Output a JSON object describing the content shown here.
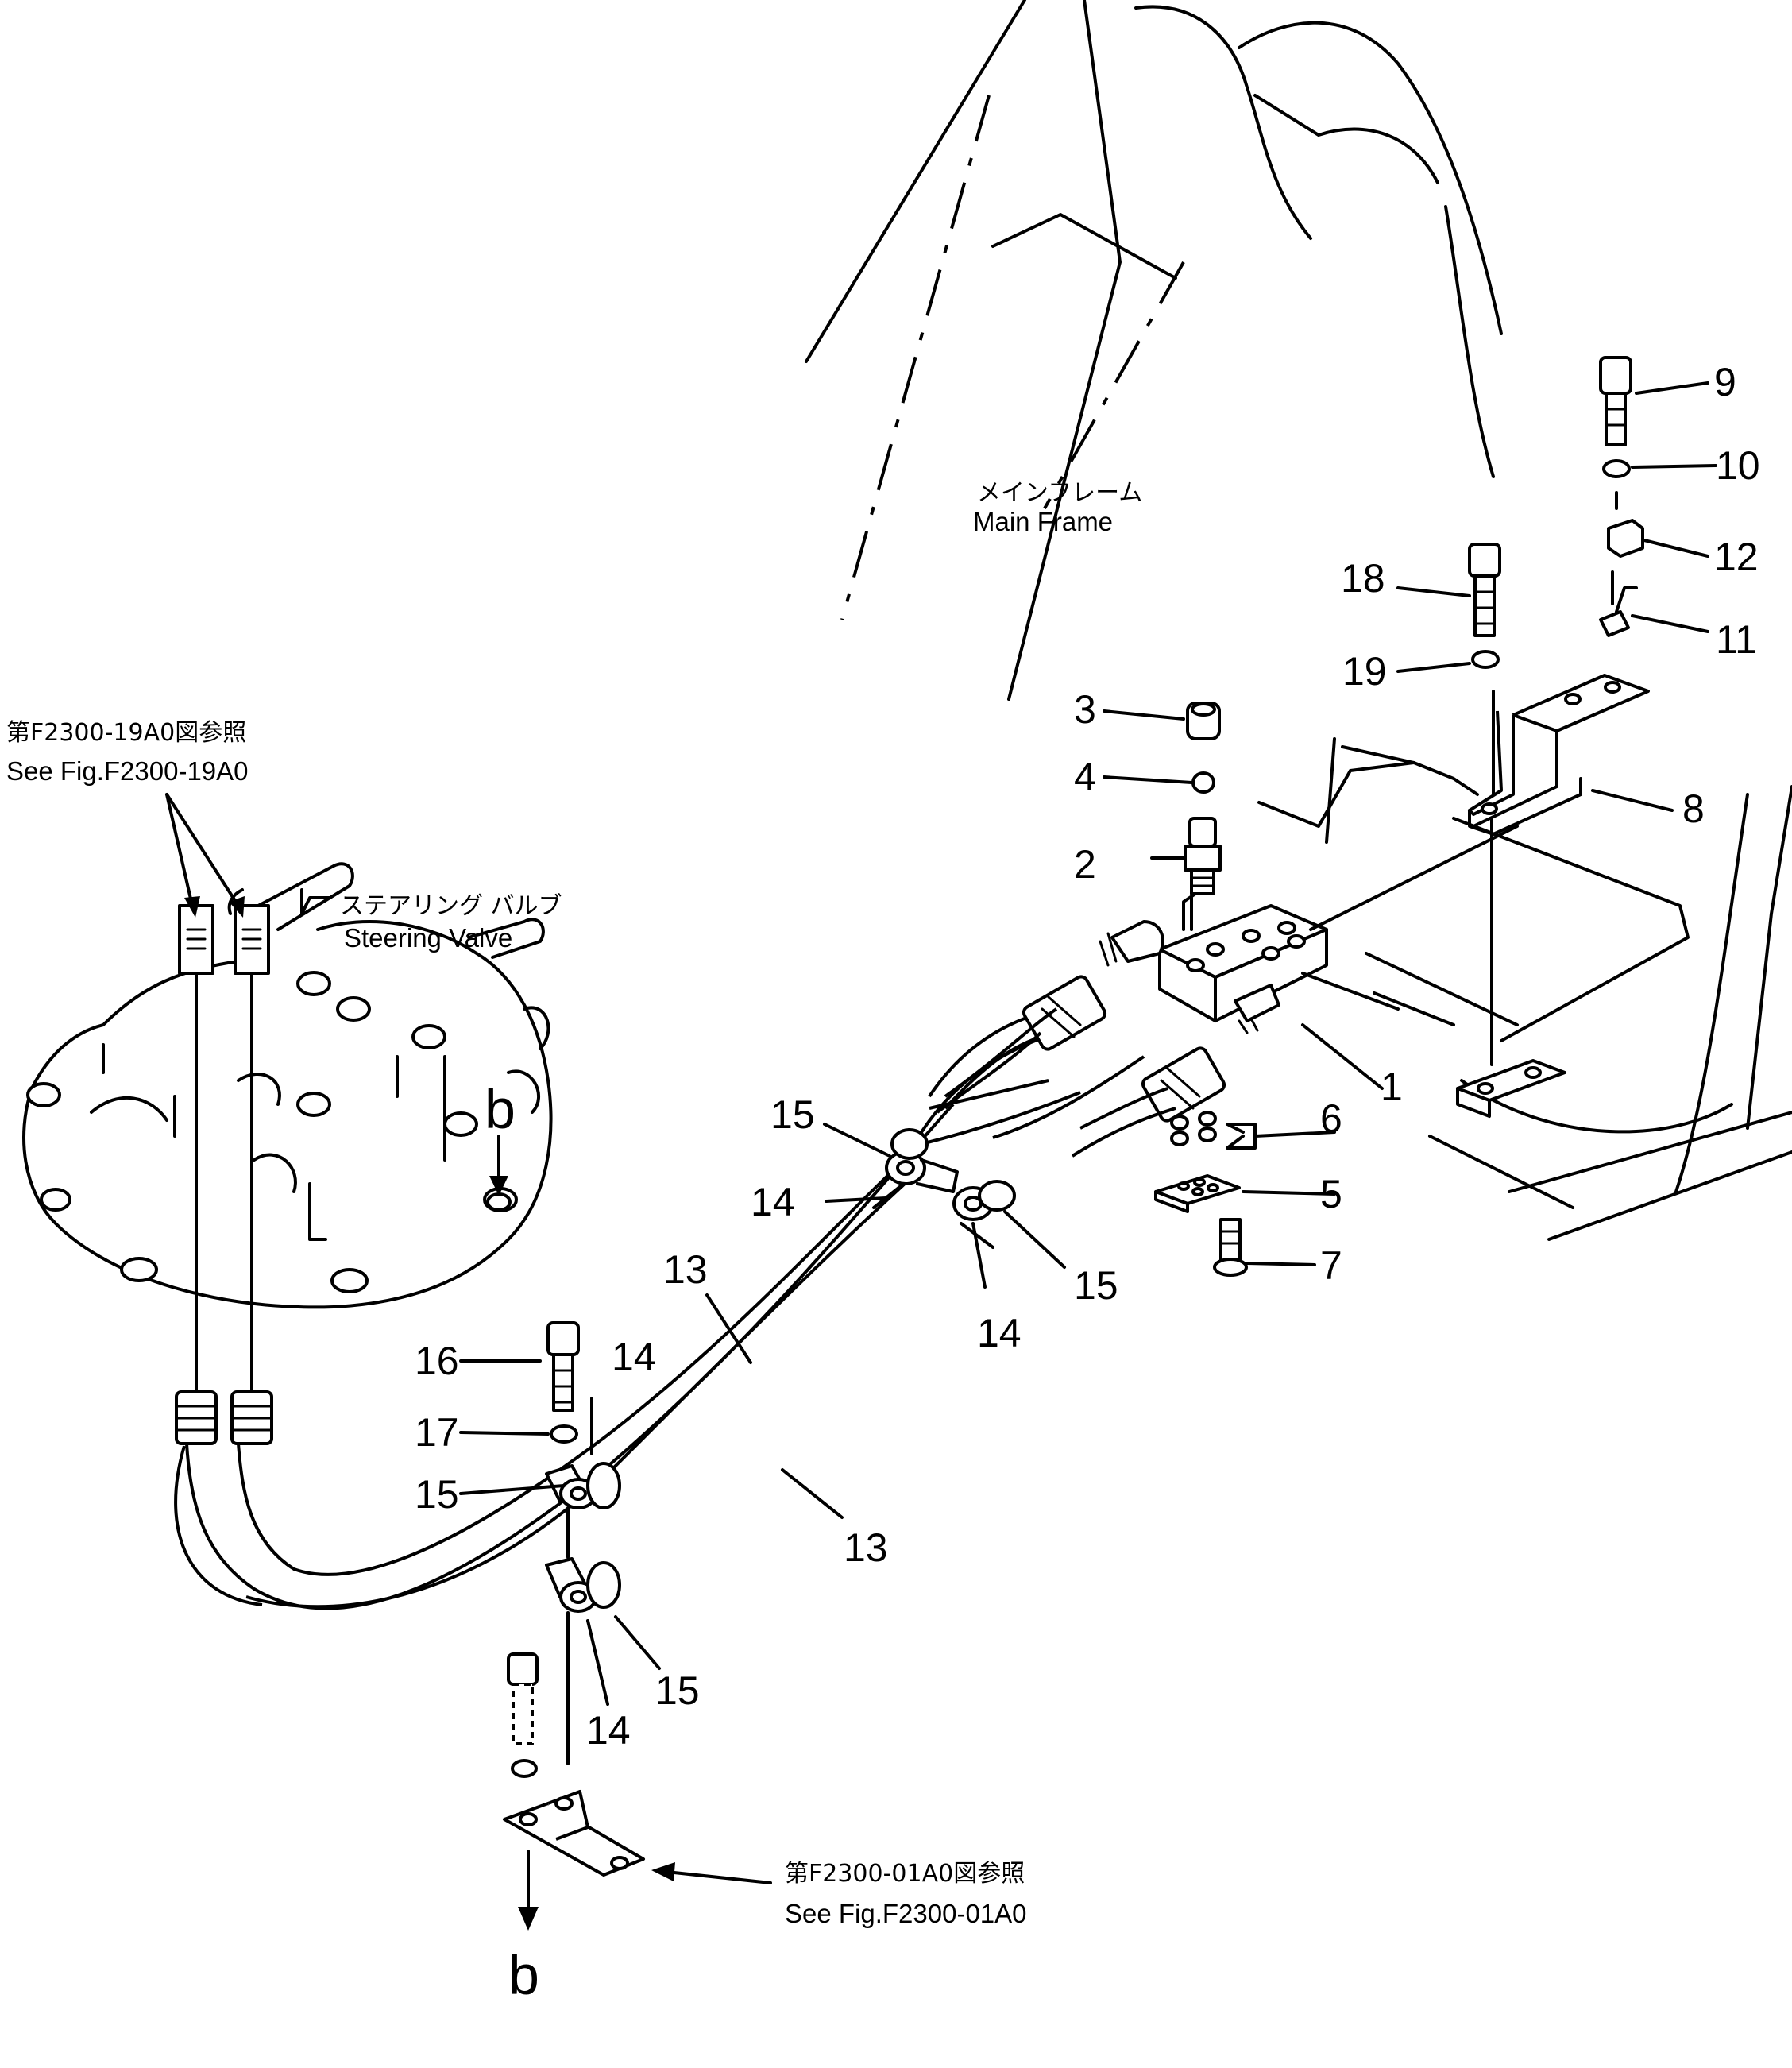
{
  "labels": {
    "main_frame_jp": "メインフレーム",
    "main_frame_en": "Main Frame",
    "steering_valve_jp": "ステアリング バルブ",
    "steering_valve_en": "Steering Valve",
    "ref_top_jp": "第F2300-19A0図参照",
    "ref_top_en": "See Fig.F2300-19A0",
    "ref_bottom_jp": "第F2300-01A0図参照",
    "ref_bottom_en": "See Fig.F2300-01A0",
    "view_mark": "b"
  },
  "callouts": {
    "n1": "1",
    "n2": "2",
    "n3": "3",
    "n4": "4",
    "n5": "5",
    "n6": "6",
    "n7": "7",
    "n8": "8",
    "n9": "9",
    "n10": "10",
    "n11": "11",
    "n12": "12",
    "n13": "13",
    "n14": "14",
    "n15": "15",
    "n16": "16",
    "n17": "17",
    "n18": "18",
    "n19": "19"
  }
}
